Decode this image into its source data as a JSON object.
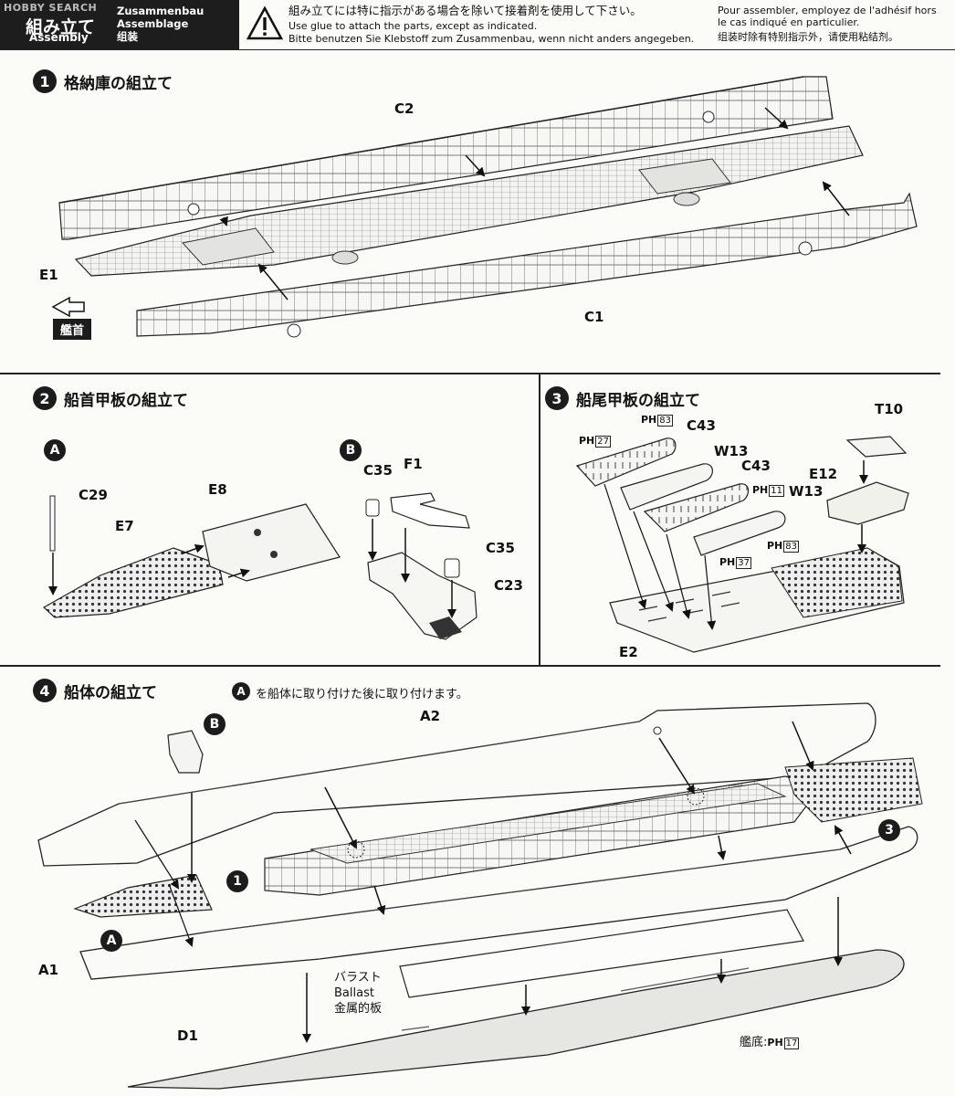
{
  "header": {
    "logo": "HOBBY SEARCH",
    "title_jp": "組み立て",
    "title_en": "Assembly",
    "title_de": "Zusammenbau",
    "title_fr": "Assemblage",
    "title_cn": "组装",
    "note_jp": "組み立てには特に指示がある場合を除いて接着剤を使用して下さい。",
    "note_en": "Use glue to attach the parts, except as indicated.",
    "note_de": "Bitte benutzen Sie Klebstoff zum Zusammenbau, wenn nicht anders angegeben.",
    "note_fr_1": "Pour assembler, employez de l'adhésif hors",
    "note_fr_2": "le cas indiqué en particulier.",
    "note_cn": "组装时除有特别指示外，请使用粘结剂。"
  },
  "step1": {
    "number": "1",
    "title": "格納庫の組立て",
    "parts": {
      "c2": "C2",
      "e1": "E1",
      "c1": "C1"
    },
    "bow_label": "艦首"
  },
  "step2": {
    "number": "2",
    "title": "船首甲板の組立て",
    "sub_a": "A",
    "sub_b": "B",
    "parts": {
      "c29": "C29",
      "e8": "E8",
      "e7": "E7",
      "c35a": "C35",
      "f1": "F1",
      "c35b": "C35",
      "c23": "C23"
    }
  },
  "step3": {
    "number": "3",
    "title": "船尾甲板の組立て",
    "parts": {
      "c43a": "C43",
      "w13a": "W13",
      "c43b": "C43",
      "w13b": "W13",
      "t10": "T10",
      "e12": "E12",
      "e2": "E2"
    },
    "ph": {
      "p83a": "83",
      "p27": "27",
      "p11": "11",
      "p37": "37",
      "p83b": "83"
    },
    "ph_prefix": "PH"
  },
  "step4": {
    "number": "4",
    "title": "船体の組立て",
    "note_sub": "A",
    "note": "を船体に取り付けた後に取り付けます。",
    "parts": {
      "a2": "A2",
      "a1": "A1",
      "d1": "D1"
    },
    "sub_b": "B",
    "sub_a": "A",
    "ref1": "1",
    "ref3": "3",
    "ballast_jp": "バラスト",
    "ballast_en": "Ballast",
    "ballast_cn": "金属的板",
    "bottom": "艦底:",
    "bottom_ph": "17"
  }
}
